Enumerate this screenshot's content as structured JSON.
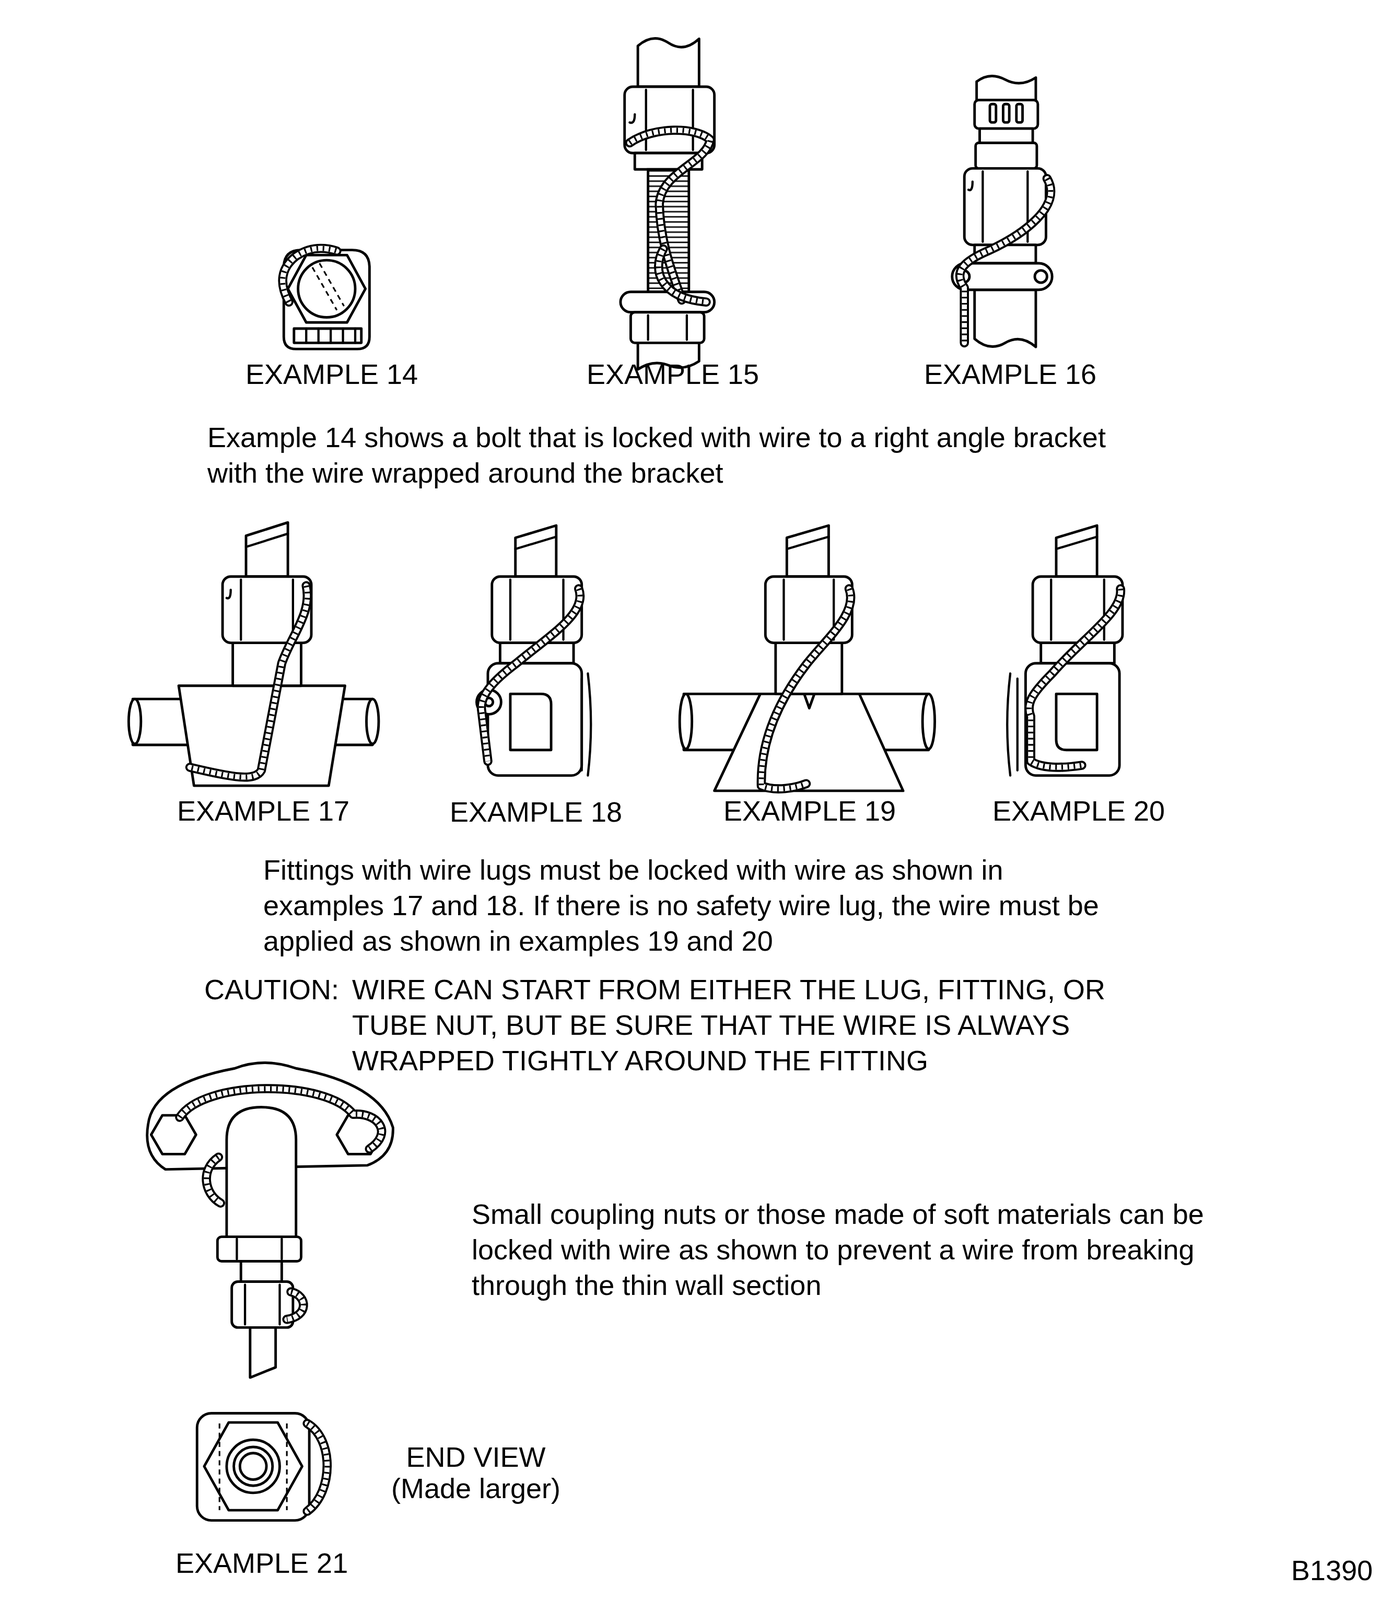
{
  "diagram": {
    "labels": [
      "EXAMPLE 14",
      "EXAMPLE 15",
      "EXAMPLE 16",
      "Example 14 shows a bolt that is locked with wire to a right angle bracket with the wire wrapped around the bracket",
      "EXAMPLE 17",
      "EXAMPLE 18",
      "EXAMPLE 19",
      "EXAMPLE 20",
      "Fittings with wire lugs must be locked with wire as shown in examples 17 and 18. If there is no safety wire lug, the wire must be applied as shown in examples 19 and 20",
      "CAUTION:",
      "WIRE CAN START FROM EITHER THE LUG, FITTING, OR TUBE NUT, BUT BE SURE THAT THE WIRE IS ALWAYS WRAPPED TIGHTLY AROUND THE FITTING",
      "Small coupling nuts or those made of soft materials can be locked with wire as shown to prevent a wire from breaking through the thin wall section",
      "END VIEW",
      "(Made larger)",
      "EXAMPLE 21",
      "B1390"
    ]
  }
}
